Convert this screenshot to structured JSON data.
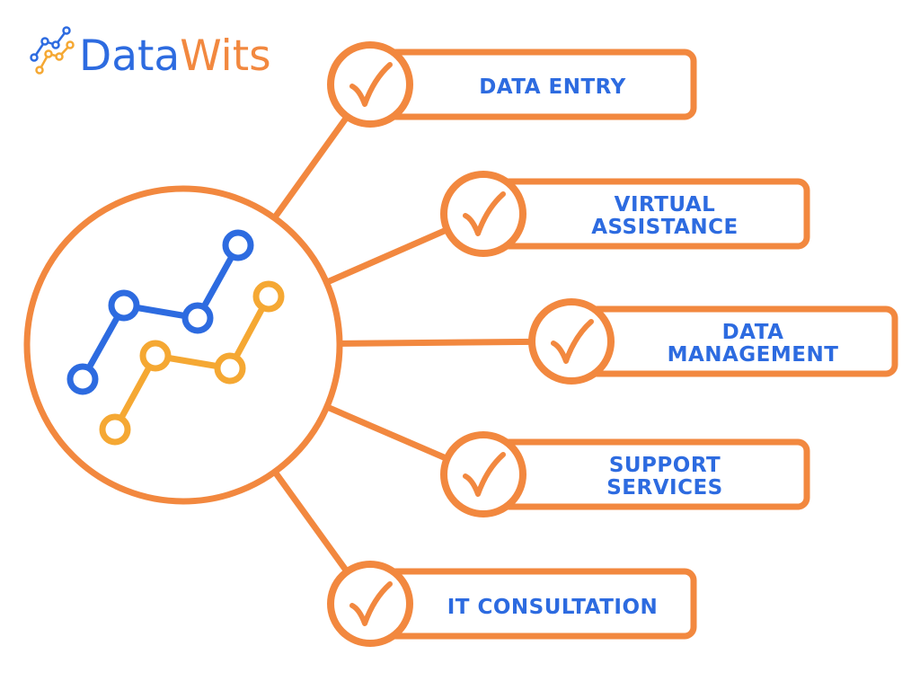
{
  "brand": {
    "name_part1": "Data",
    "name_part2": "Wits",
    "logo_icon": "line-chart-icon"
  },
  "hub": {
    "icon": "line-chart-icon"
  },
  "services": [
    {
      "lines": [
        "DATA ENTRY"
      ],
      "icon": "check-icon"
    },
    {
      "lines": [
        "VIRTUAL",
        "ASSISTANCE"
      ],
      "icon": "check-icon"
    },
    {
      "lines": [
        "DATA",
        "MANAGEMENT"
      ],
      "icon": "check-icon"
    },
    {
      "lines": [
        "SUPPORT",
        "SERVICES"
      ],
      "icon": "check-icon"
    },
    {
      "lines": [
        "IT CONSULTATION"
      ],
      "icon": "check-icon"
    }
  ],
  "colors": {
    "orange": "#F2883F",
    "blue": "#2D6BE0",
    "yellow": "#F5A833",
    "background": "#FFFFFF"
  }
}
